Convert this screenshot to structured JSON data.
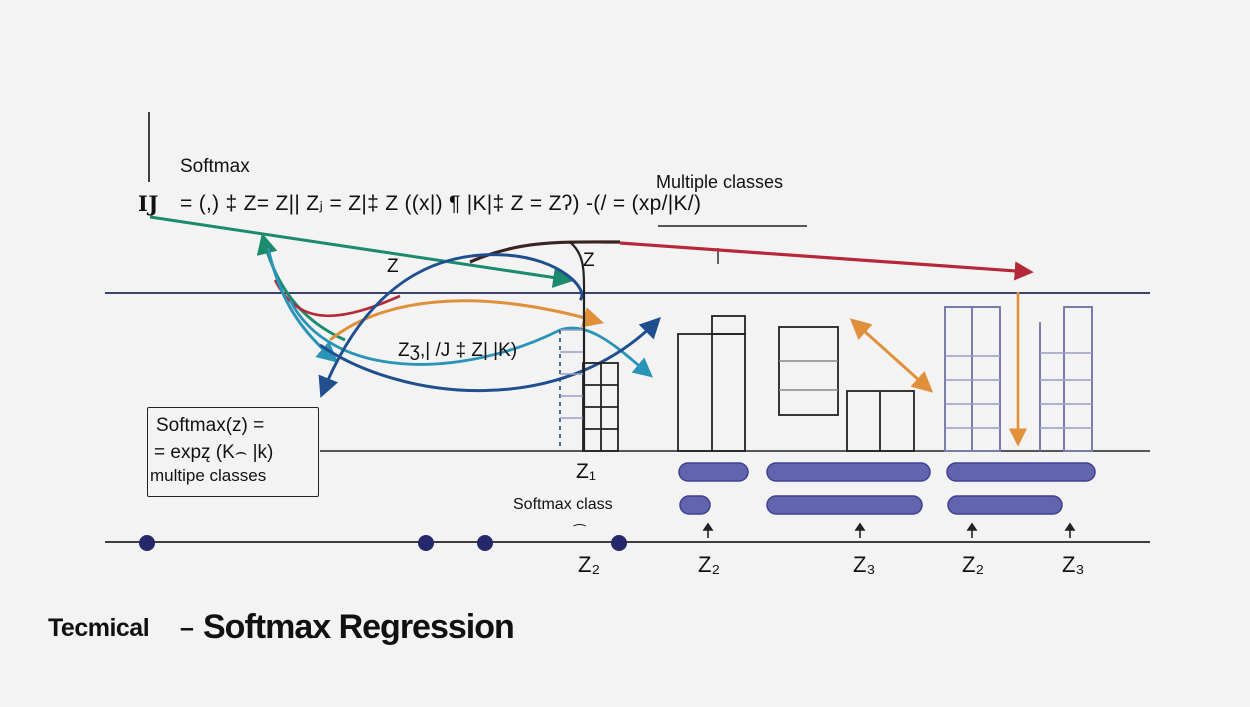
{
  "labels": {
    "softmax_top": "Softmax",
    "formula_left": "IJ",
    "formula_main": "= (,) ‡ Z= Z|| Zⱼ  = Z|‡ Z ((x|) ¶ |K|‡ Z = Zʔ) -(/ = (xp/|K/)",
    "multiple_classes": "Multiple classes",
    "z_mid_left": "Z",
    "z_mid_right": "Z",
    "mid_formula": "Zʒ,| /J ‡ Z| |K)",
    "box_line1": "Softmax(z) =",
    "box_line2": "= expz̨ (K⌢ |k)",
    "box_line3": "multipe classes",
    "z1": "Z₁",
    "softmax_class": "Softmax class",
    "tick_mark": "⁀",
    "z_bottom": [
      "Z₂",
      "Z₂",
      "Z₃",
      "Z₂",
      "Z₃"
    ],
    "footer_small": "Tecmical",
    "footer_dash": "–",
    "footer_title": "Softmax Regression"
  },
  "colors": {
    "background": "#f3f3f3",
    "axis_navy": "#23265e",
    "green_arrow": "#1c8a6d",
    "blue_arrow": "#1f4f8f",
    "teal_arrow": "#2a93b8",
    "red_arrow": "#b52838",
    "orange_arrow": "#e0903a",
    "dark_arc": "#3a2320",
    "bar_fill": "#6264ad",
    "bar_stroke": "#3e4192",
    "grid_purple": "#7a7cb0",
    "dot_navy": "#25296b"
  },
  "icons": {
    "arrow_head": "arrow-head-icon",
    "dot": "timeline-dot-icon"
  }
}
